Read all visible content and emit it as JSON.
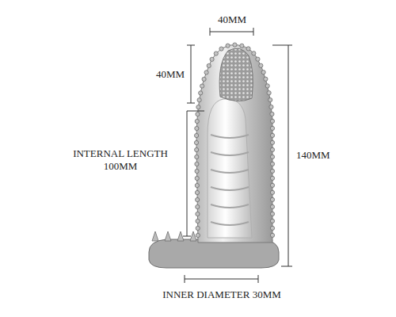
{
  "diagram": {
    "labels": [
      "40MM",
      "40MM",
      "INTERNAL LENGTH 100MM",
      "140MM",
      "INNER DIAMETER 30MM"
    ]
  }
}
